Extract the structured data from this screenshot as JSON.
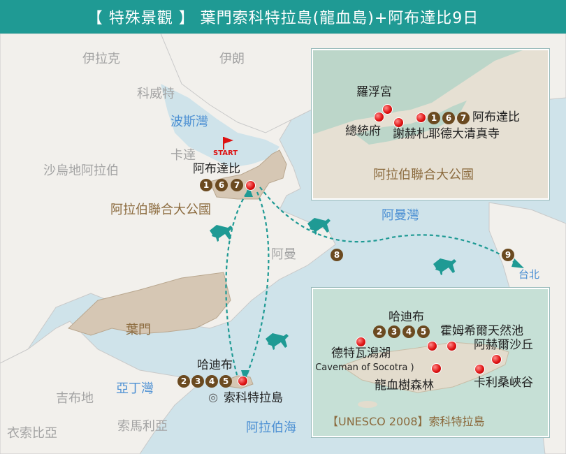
{
  "header": {
    "title": "【 特殊景觀 】 葉門索科特拉島(龍血島)+阿布達比9日"
  },
  "countries": {
    "iraq": "伊拉克",
    "iran": "伊朗",
    "kuwait": "科威特",
    "saudi": "沙烏地阿拉伯",
    "qatar": "卡達",
    "oman": "阿曼",
    "djibouti": "吉布地",
    "ethiopia": "衣索比亞",
    "somalia": "索馬利亞"
  },
  "highlight_countries": {
    "uae": "阿拉伯聯合大公國",
    "yemen": "葉門"
  },
  "waters": {
    "persian_gulf": "波斯灣",
    "gulf_of_oman": "阿曼灣",
    "gulf_of_aden": "亞丁灣",
    "arabian_sea": "阿拉伯海"
  },
  "main_map": {
    "start_label": "START",
    "abu_dhabi": {
      "name": "阿布達比",
      "days": [
        "1",
        "6",
        "7"
      ]
    },
    "hadibu": {
      "name": "哈迪布",
      "days": [
        "2",
        "3",
        "4",
        "5"
      ]
    },
    "socotra": {
      "name": "索科特拉島"
    },
    "day8": "8",
    "day9": "9",
    "taipei": "台北"
  },
  "inset_uae": {
    "country_label": "阿拉伯聯合大公國",
    "places": {
      "qasr_al_watan": "羅浮宮",
      "presidential_palace": "總統府",
      "sheikh_zayed_mosque": "謝赫札耶德大清真寺",
      "abu_dhabi": "阿布達比"
    },
    "days": [
      "1",
      "6",
      "7"
    ]
  },
  "inset_socotra": {
    "hadibu": "哈迪布",
    "days": [
      "2",
      "3",
      "4",
      "5"
    ],
    "places": {
      "dihamri": "霍姆希爾天然池",
      "arher": "阿赫爾沙丘",
      "hoq_cave": "德特瓦潟湖",
      "caveman": "( Caveman of Socotra )",
      "dragon_blood": "龍血樹森林",
      "wadi_kalysan": "卡利桑峽谷"
    },
    "unesco": "【UNESCO 2008】索科特拉島"
  },
  "colors": {
    "header": "#1f9a94",
    "sea": "#cfe3ea",
    "land": "#f2f0ec",
    "highlight_land": "#d6c7b4",
    "route": "#1f9a94",
    "day_badge": "#6b4a20",
    "pin": "#e01515"
  }
}
